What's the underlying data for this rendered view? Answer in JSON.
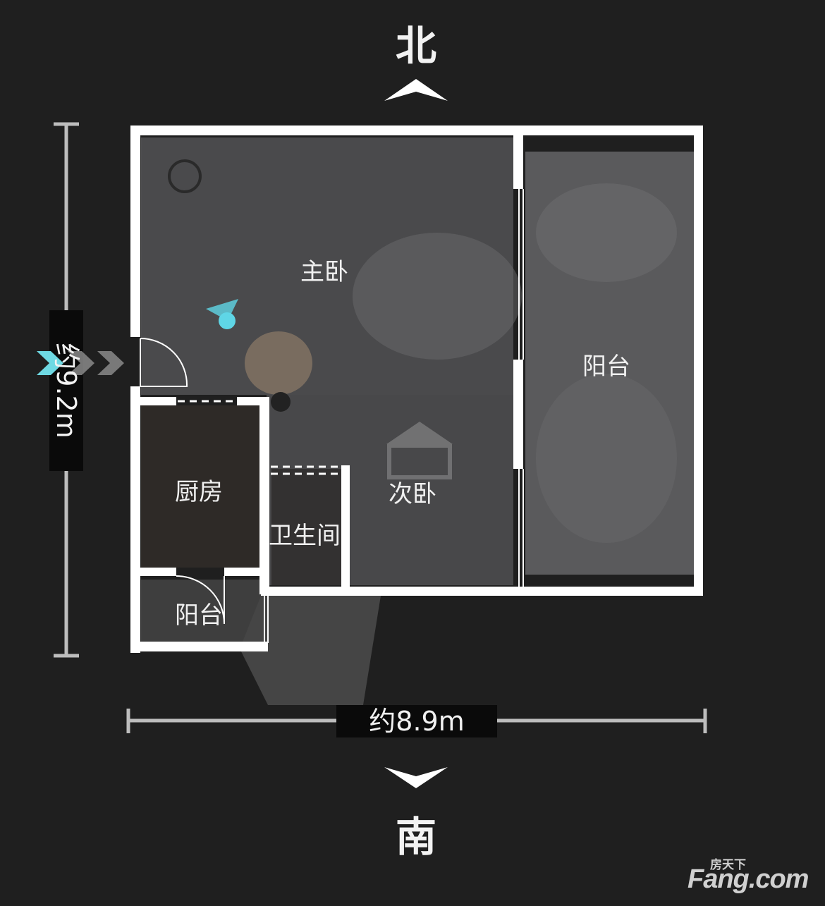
{
  "compass": {
    "north": "北",
    "south": "南"
  },
  "dimensions": {
    "width_label": "约8.9m",
    "height_label": "约9.2m"
  },
  "rooms": {
    "master_bedroom": "主卧",
    "balcony_east": "阳台",
    "kitchen": "厨房",
    "bathroom": "卫生间",
    "second_bedroom": "次卧",
    "balcony_small": "阳台"
  },
  "watermark": {
    "cn": "房天下",
    "en": "Fang.com"
  },
  "colors": {
    "background": "#1f1f1f",
    "wall": "#ffffff",
    "marker": "#5fd6e6",
    "entrance": "#6ed9e3"
  }
}
